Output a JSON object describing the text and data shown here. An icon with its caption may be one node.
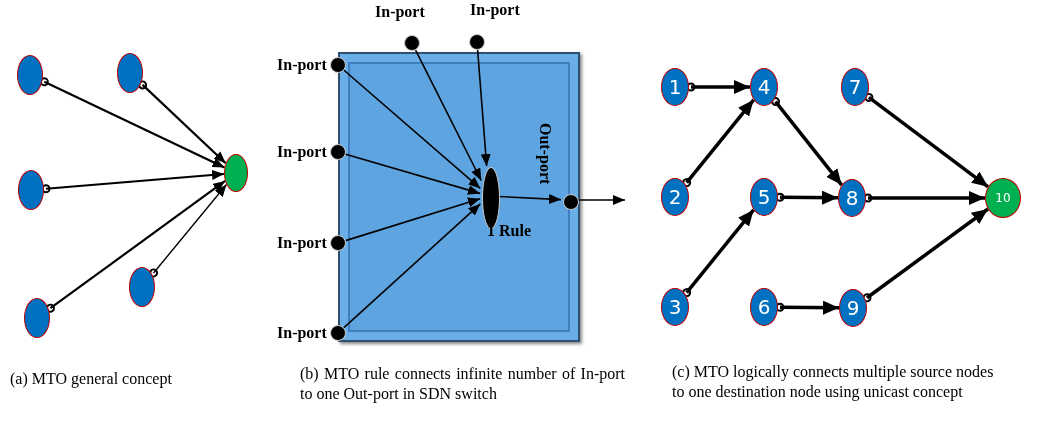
{
  "diagram": {
    "nodes": [
      {
        "text": [],
        "shape": "circle"
      },
      {
        "text": [],
        "shape": "circle"
      },
      {
        "text": [],
        "shape": "circle"
      },
      {
        "text": [],
        "shape": "circle"
      },
      {
        "text": [],
        "shape": "circle"
      },
      {
        "text": [],
        "shape": "circle"
      },
      {
        "text": [],
        "shape": "box"
      },
      {
        "text": [],
        "shape": "circle",
        "beside": [
          "In-port"
        ]
      },
      {
        "text": [],
        "shape": "circle",
        "beside": [
          "In-port"
        ]
      },
      {
        "text": [],
        "shape": "circle",
        "beside": [
          "In-port"
        ]
      },
      {
        "text": [],
        "shape": "circle",
        "beside": [
          "In-port"
        ]
      },
      {
        "text": [],
        "shape": "circle",
        "beside": [
          "In-port"
        ]
      },
      {
        "text": [],
        "shape": "circle",
        "beside": [
          "In-port"
        ]
      },
      {
        "text": [],
        "shape": "circle",
        "beside": [
          "1 Rule"
        ],
        "in": 6
      },
      {
        "text": [],
        "shape": "circle",
        "beside": [
          "Out-port"
        ],
        "in": 6
      },
      {
        "text": [
          "1"
        ]
      },
      {
        "text": [
          "2"
        ]
      },
      {
        "text": [
          "3"
        ]
      },
      {
        "text": [
          "4"
        ]
      },
      {
        "text": [
          "5"
        ]
      },
      {
        "text": [
          "6"
        ]
      },
      {
        "text": [
          "7"
        ]
      },
      {
        "text": [
          "8"
        ]
      },
      {
        "text": [
          "9"
        ]
      },
      {
        "text": [
          "10"
        ]
      }
    ],
    "edges": [
      {
        "from": 0,
        "to": 3,
        "arrow": "to"
      },
      {
        "from": 1,
        "to": 3,
        "arrow": "to"
      },
      {
        "from": 2,
        "to": 3,
        "arrow": "to"
      },
      {
        "from": 5,
        "to": 3,
        "arrow": "to"
      },
      {
        "from": 4,
        "to": 3,
        "arrow": "to"
      },
      {
        "from": 9,
        "to": 13,
        "arrow": "to"
      },
      {
        "from": 10,
        "to": 13,
        "arrow": "to"
      },
      {
        "from": 11,
        "to": 13,
        "arrow": "to"
      },
      {
        "from": 12,
        "to": 13,
        "arrow": "to"
      },
      {
        "from": 7,
        "to": 13,
        "arrow": "to"
      },
      {
        "from": 8,
        "to": 13,
        "arrow": "to"
      },
      {
        "from": 13,
        "to": 14,
        "arrow": "to"
      },
      {
        "from": 14,
        "to": null,
        "arrow": "to"
      },
      {
        "from": 15,
        "to": 18,
        "arrow": "to"
      },
      {
        "from": 16,
        "to": 18,
        "arrow": "to"
      },
      {
        "from": 18,
        "to": 22,
        "arrow": "to"
      },
      {
        "from": 17,
        "to": 19,
        "arrow": "to"
      },
      {
        "from": 19,
        "to": 22,
        "arrow": "to"
      },
      {
        "from": 20,
        "to": 23,
        "arrow": "to"
      },
      {
        "from": 21,
        "to": 24,
        "arrow": "to"
      },
      {
        "from": 22,
        "to": 24,
        "arrow": "to"
      },
      {
        "from": 23,
        "to": 24,
        "arrow": "to"
      }
    ],
    "labels": [
      "(a) MTO general concept",
      "(b) MTO rule connects infinite number of In-port to one Out-port in SDN switch",
      "(c) MTO logically connects multiple source nodes to one destination node using unicast concept"
    ]
  }
}
